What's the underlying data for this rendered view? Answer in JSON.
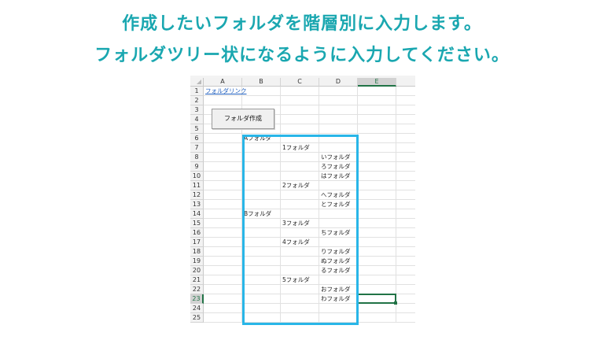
{
  "heading": {
    "line1": "作成したいフォルダを階層別に入力します。",
    "line2": "フォルダツリー状になるように入力してください。"
  },
  "sheet": {
    "columns": [
      "A",
      "B",
      "C",
      "D",
      "E"
    ],
    "selected_column": "E",
    "rows": [
      "1",
      "2",
      "3",
      "4",
      "5",
      "6",
      "7",
      "8",
      "9",
      "10",
      "11",
      "12",
      "13",
      "14",
      "15",
      "16",
      "17",
      "18",
      "19",
      "20",
      "21",
      "22",
      "23",
      "24",
      "25"
    ],
    "selected_row": "23",
    "link_text": "フォルダリンク",
    "button_label": "フォルダ作成",
    "cells": {
      "b6": "Aフォルダ",
      "c7": "1フォルダ",
      "d8": "いフォルダ",
      "d9": "ろフォルダ",
      "d10": "はフォルダ",
      "c11": "2フォルダ",
      "d12": "へフォルダ",
      "d13": "とフォルダ",
      "b14": "Bフォルダ",
      "c15": "3フォルダ",
      "d16": "ちフォルダ",
      "c17": "4フォルダ",
      "d18": "りフォルダ",
      "d19": "ぬフォルダ",
      "d20": "るフォルダ",
      "c21": "5フォルダ",
      "d22": "おフォルダ",
      "d23": "わフォルダ"
    }
  },
  "colors": {
    "heading": "#1aa7b0",
    "highlight_border": "#29b6e8",
    "selection": "#217346",
    "link": "#1f5fbf"
  }
}
